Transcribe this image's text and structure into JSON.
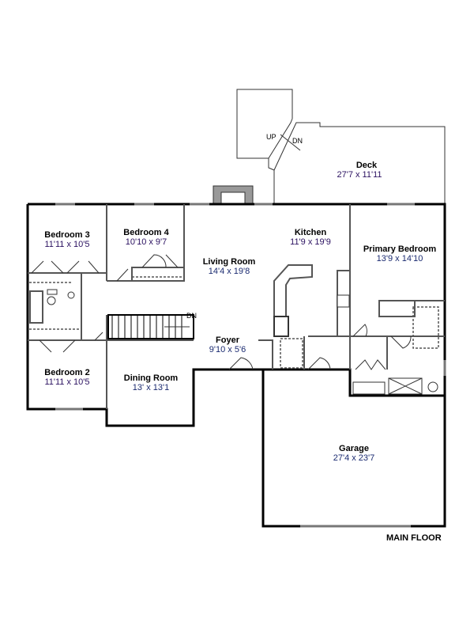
{
  "rooms": {
    "deck": {
      "name": "Deck",
      "size": "27'7 x 11'11"
    },
    "bedroom3": {
      "name": "Bedroom 3",
      "size": "11'11 x 10'5"
    },
    "bedroom4": {
      "name": "Bedroom 4",
      "size": "10'10 x 9'7"
    },
    "living": {
      "name": "Living Room",
      "size": "14'4 x 19'8"
    },
    "kitchen": {
      "name": "Kitchen",
      "size": "11'9 x 19'9"
    },
    "primary": {
      "name": "Primary Bedroom",
      "size": "13'9 x 14'10"
    },
    "foyer": {
      "name": "Foyer",
      "size": "9'10 x 5'6"
    },
    "bedroom2": {
      "name": "Bedroom 2",
      "size": "11'11 x 10'5"
    },
    "dining": {
      "name": "Dining Room",
      "size": "13' x 13'1"
    },
    "garage": {
      "name": "Garage",
      "size": "27'4 x 23'7"
    }
  },
  "labels": {
    "up": "UP",
    "dn_deck": "DN",
    "dn_stairs": "DN",
    "floor": "MAIN FLOOR"
  }
}
